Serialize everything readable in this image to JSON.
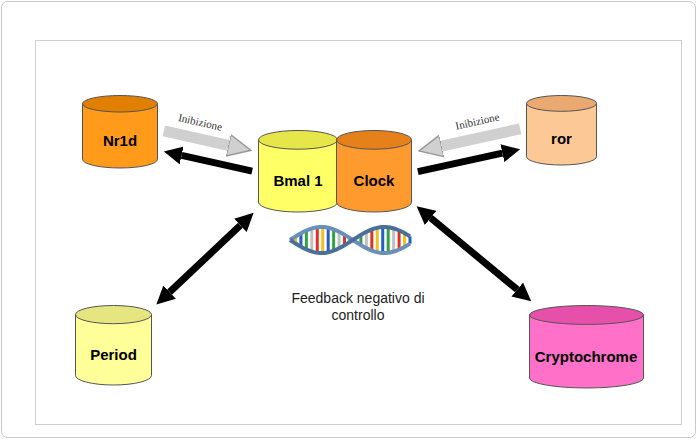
{
  "diagram": {
    "nodes": [
      {
        "text": [
          "Nr1d"
        ]
      },
      {
        "text": [
          "Bmal 1"
        ]
      },
      {
        "text": [
          "Clock"
        ]
      },
      {
        "text": [
          "ror"
        ]
      },
      {
        "text": [
          "Period"
        ]
      },
      {
        "text": [
          "Cryptochrome"
        ]
      }
    ],
    "edges": [
      {
        "from": 1,
        "to": 0,
        "arrow": "to"
      },
      {
        "from": 0,
        "to": 1,
        "arrow": "to",
        "label": "Inibizione"
      },
      {
        "from": 2,
        "to": 3,
        "arrow": "to"
      },
      {
        "from": 3,
        "to": 2,
        "arrow": "to",
        "label": "Inibizione"
      },
      {
        "from": 1,
        "to": 4,
        "arrow": "both"
      },
      {
        "from": 2,
        "to": 5,
        "arrow": "both"
      }
    ],
    "labels": [
      "Feedback negativo di controllo"
    ]
  }
}
